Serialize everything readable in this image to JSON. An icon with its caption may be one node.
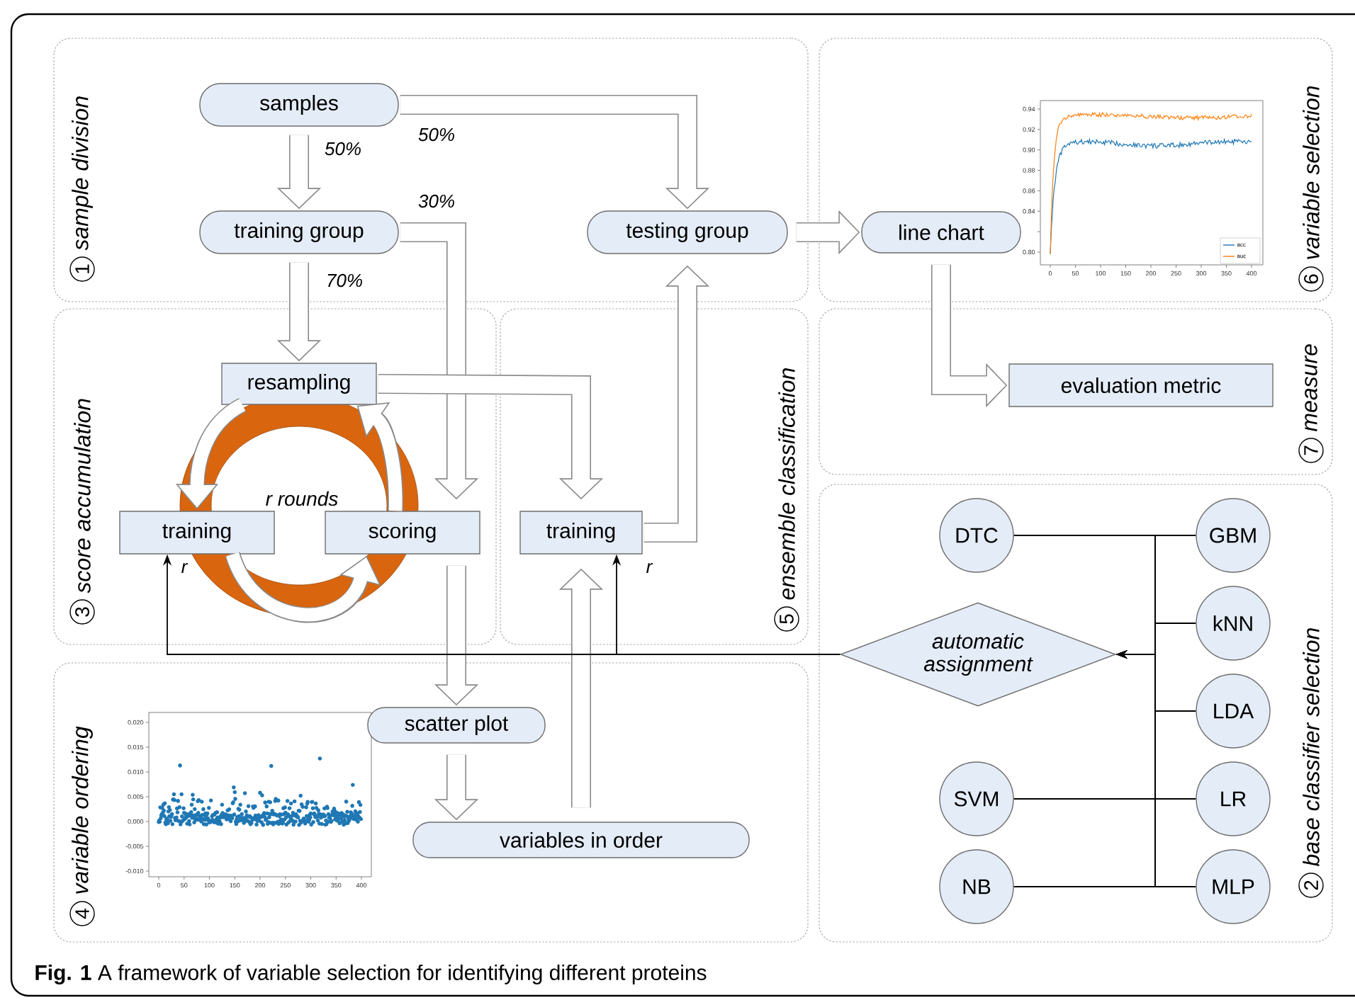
{
  "diagram": {
    "caption": "**Fig. 1** A framework of variable selection for identifying different proteins",
    "nodes": [
      {
        "text": [
          "1",
          "sample division"
        ]
      },
      {
        "text": [
          "samples"
        ],
        "in": 0
      },
      {
        "text": [
          "training group"
        ],
        "in": 0
      },
      {
        "text": [
          "testing group"
        ],
        "in": 0
      },
      {
        "text": [
          "6",
          "variable selection"
        ]
      },
      {
        "text": [
          "line chart"
        ],
        "in": 4
      },
      {
        "text": [
          "3",
          "score accumulation"
        ]
      },
      {
        "text": [
          "resampling"
        ],
        "in": 6
      },
      {
        "text": [
          "training"
        ],
        "in": 6
      },
      {
        "text": [
          "scoring"
        ],
        "in": 6
      },
      {
        "text": [
          "5",
          "ensemble classification"
        ]
      },
      {
        "text": [
          "training"
        ],
        "in": 10
      },
      {
        "text": [
          "7",
          "measure"
        ]
      },
      {
        "text": [
          "evaluation metric"
        ],
        "in": 12
      },
      {
        "text": [
          "2",
          "base classifier selection"
        ]
      },
      {
        "text": [
          "DTC"
        ],
        "in": 14
      },
      {
        "text": [
          "GBM"
        ],
        "in": 14
      },
      {
        "text": [
          "kNN"
        ],
        "in": 14
      },
      {
        "text": [
          "automatic assignment"
        ],
        "in": 14
      },
      {
        "text": [
          "LDA"
        ],
        "in": 14
      },
      {
        "text": [
          "SVM"
        ],
        "in": 14
      },
      {
        "text": [
          "LR"
        ],
        "in": 14
      },
      {
        "text": [
          "NB"
        ],
        "in": 14
      },
      {
        "text": [
          "MLP"
        ],
        "in": 14
      },
      {
        "text": [
          "4",
          "variable ordering"
        ]
      },
      {
        "text": [
          "scatter plot"
        ],
        "in": 24
      },
      {
        "text": [
          "variables in order"
        ],
        "in": 24
      }
    ],
    "edges": [
      {
        "from": 1,
        "to": 2,
        "arrow": "to",
        "label": "50%"
      },
      {
        "from": 1,
        "to": 3,
        "arrow": "to",
        "label": "50%"
      },
      {
        "from": 2,
        "to": 9,
        "arrow": "to",
        "label": "30%"
      },
      {
        "from": 2,
        "to": 7,
        "arrow": "to",
        "label": "70%"
      },
      {
        "from": 7,
        "to": 11,
        "arrow": "to"
      },
      {
        "from": 11,
        "to": 3,
        "arrow": "to"
      },
      {
        "from": 3,
        "to": 5,
        "arrow": "to"
      },
      {
        "from": 5,
        "to": 13,
        "arrow": "to"
      },
      {
        "from": 9,
        "to": 25,
        "arrow": "to"
      },
      {
        "from": 25,
        "to": 26,
        "arrow": "to"
      },
      {
        "from": 26,
        "to": 11,
        "arrow": "to"
      },
      {
        "from": 7,
        "to": 8,
        "arrow": "to"
      },
      {
        "from": 8,
        "to": 9,
        "arrow": "to"
      },
      {
        "from": 9,
        "to": 7,
        "arrow": "to"
      },
      {
        "from": 15,
        "to": 18,
        "arrow": "to",
        "color": "#000000"
      },
      {
        "from": 16,
        "to": 18,
        "arrow": "to",
        "color": "#000000"
      },
      {
        "from": 17,
        "to": 18,
        "arrow": "to",
        "color": "#000000"
      },
      {
        "from": 19,
        "to": 18,
        "arrow": "to",
        "color": "#000000"
      },
      {
        "from": 20,
        "to": 18,
        "arrow": "to",
        "color": "#000000"
      },
      {
        "from": 21,
        "to": 18,
        "arrow": "to",
        "color": "#000000"
      },
      {
        "from": 22,
        "to": 18,
        "arrow": "to",
        "color": "#000000"
      },
      {
        "from": 23,
        "to": 18,
        "arrow": "to",
        "color": "#000000"
      },
      {
        "from": 18,
        "to": 8,
        "arrow": "to",
        "color": "#000000",
        "label": "r"
      },
      {
        "from": 18,
        "to": 11,
        "arrow": "to",
        "color": "#000000",
        "label": "r"
      }
    ],
    "labels": [
      "0.94",
      "0.92",
      "0.90",
      "0.88",
      "0.86",
      "0.84",
      "0.80",
      "0",
      "50",
      "100",
      "150",
      "200",
      "250",
      "300",
      "350",
      "400",
      "r rounds",
      "0.020",
      "0.015",
      "0.010",
      "0.005",
      "0.000",
      "-0.005",
      "-0.010",
      "0",
      "50",
      "100",
      "150",
      "200",
      "250",
      "300",
      "350",
      "400"
    ],
    "legend": [
      {
        "text": "acc"
      },
      {
        "text": "auc"
      }
    ]
  }
}
